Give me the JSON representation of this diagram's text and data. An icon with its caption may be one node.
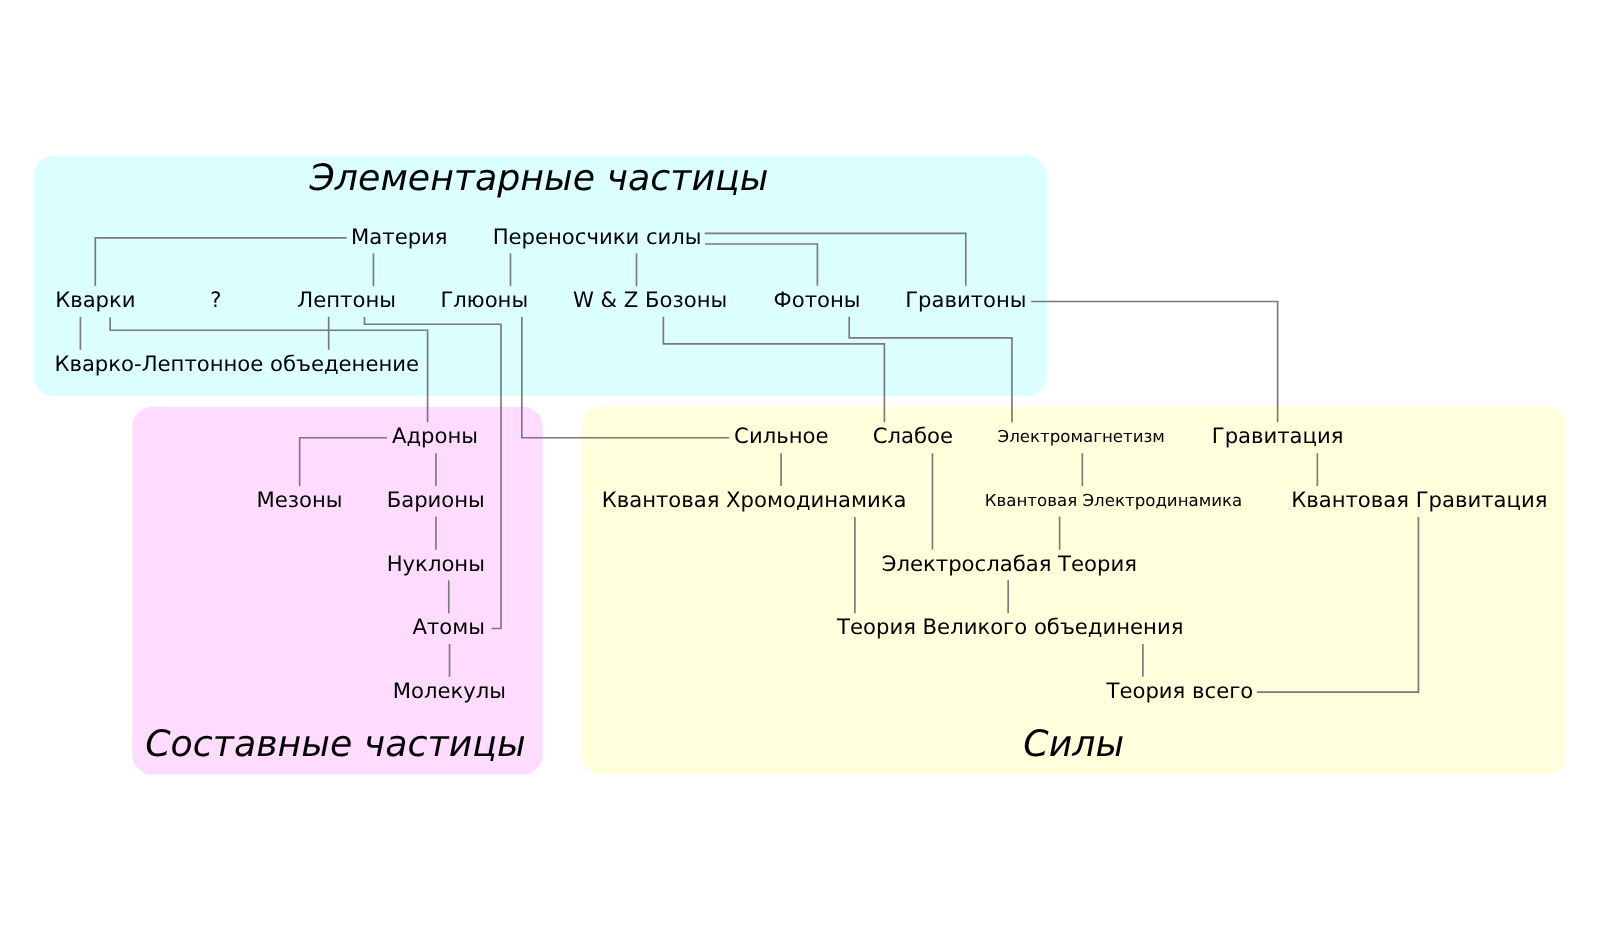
{
  "diagram": {
    "nodes": [
      {
        "text": [
          "Элементарные частицы"
        ]
      },
      {
        "text": [
          "Материя"
        ],
        "in": 0
      },
      {
        "text": [
          "Кварки"
        ],
        "in": 0
      },
      {
        "text": [
          "Лептоны"
        ],
        "in": 0
      },
      {
        "text": [
          "Кварко-Лептонное объеденение"
        ],
        "in": 0
      },
      {
        "text": [
          "Переносчики силы"
        ],
        "in": 0
      },
      {
        "text": [
          "Глюоны"
        ],
        "in": 0
      },
      {
        "text": [
          "W & Z Бозоны"
        ],
        "in": 0
      },
      {
        "text": [
          "Фотоны"
        ],
        "in": 0
      },
      {
        "text": [
          "Гравитоны"
        ],
        "in": 0
      },
      {
        "text": [
          "Составные частицы"
        ]
      },
      {
        "text": [
          "Адроны"
        ],
        "in": 10
      },
      {
        "text": [
          "Мезоны"
        ],
        "in": 10
      },
      {
        "text": [
          "Барионы"
        ],
        "in": 10
      },
      {
        "text": [
          "Нуклоны"
        ],
        "in": 10
      },
      {
        "text": [
          "Атомы"
        ],
        "in": 10
      },
      {
        "text": [
          "Молекулы"
        ],
        "in": 10
      },
      {
        "text": [
          "Силы"
        ]
      },
      {
        "text": [
          "Сильное"
        ],
        "in": 17
      },
      {
        "text": [
          "Слабое"
        ],
        "in": 17
      },
      {
        "text": [
          "Электромагнетизм"
        ],
        "in": 17
      },
      {
        "text": [
          "Гравитация"
        ],
        "in": 17
      },
      {
        "text": [
          "Квантовая Хромодинамика"
        ],
        "in": 17
      },
      {
        "text": [
          "Квантовая Электродинамика"
        ],
        "in": 17
      },
      {
        "text": [
          "Квантовая Гравитация"
        ],
        "in": 17
      },
      {
        "text": [
          "Электрослабая Теория"
        ],
        "in": 17
      },
      {
        "text": [
          "Теория Великого объединения"
        ],
        "in": 17
      },
      {
        "text": [
          "Теория всего"
        ],
        "in": 17
      }
    ],
    "edges": [
      {
        "from": 1,
        "to": 2,
        "arrow": "none"
      },
      {
        "from": 1,
        "to": 3,
        "arrow": "none"
      },
      {
        "from": 2,
        "to": 4,
        "arrow": "none"
      },
      {
        "from": 3,
        "to": 4,
        "arrow": "none"
      },
      {
        "from": 5,
        "to": 6,
        "arrow": "none"
      },
      {
        "from": 5,
        "to": 7,
        "arrow": "none"
      },
      {
        "from": 5,
        "to": 8,
        "arrow": "none"
      },
      {
        "from": 5,
        "to": 9,
        "arrow": "none"
      },
      {
        "from": 2,
        "to": 11,
        "arrow": "none"
      },
      {
        "from": 11,
        "to": 12,
        "arrow": "none"
      },
      {
        "from": 11,
        "to": 13,
        "arrow": "none"
      },
      {
        "from": 13,
        "to": 14,
        "arrow": "none"
      },
      {
        "from": 14,
        "to": 15,
        "arrow": "none"
      },
      {
        "from": 3,
        "to": 15,
        "arrow": "none"
      },
      {
        "from": 15,
        "to": 16,
        "arrow": "none"
      },
      {
        "from": 6,
        "to": 18,
        "arrow": "none"
      },
      {
        "from": 7,
        "to": 19,
        "arrow": "none"
      },
      {
        "from": 8,
        "to": 20,
        "arrow": "none"
      },
      {
        "from": 9,
        "to": 21,
        "arrow": "none"
      },
      {
        "from": 18,
        "to": 22,
        "arrow": "none"
      },
      {
        "from": 20,
        "to": 23,
        "arrow": "none"
      },
      {
        "from": 21,
        "to": 24,
        "arrow": "none"
      },
      {
        "from": 19,
        "to": 25,
        "arrow": "none"
      },
      {
        "from": 23,
        "to": 25,
        "arrow": "none"
      },
      {
        "from": 22,
        "to": 26,
        "arrow": "none"
      },
      {
        "from": 25,
        "to": 26,
        "arrow": "none"
      },
      {
        "from": 26,
        "to": 27,
        "arrow": "none"
      },
      {
        "from": 24,
        "to": 27,
        "arrow": "none"
      }
    ],
    "labels": [
      "?"
    ]
  }
}
